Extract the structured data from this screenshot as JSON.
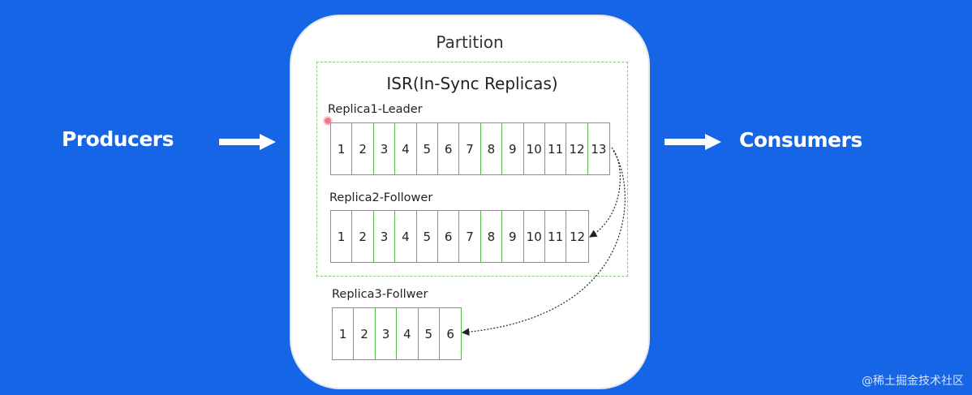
{
  "labels": {
    "producers": "Producers",
    "consumers": "Consumers",
    "partition": "Partition",
    "isr": "ISR(In-Sync Replicas)"
  },
  "replicas": [
    {
      "label": "Replica1-Leader",
      "cells": [
        "1",
        "2",
        "3",
        "4",
        "5",
        "6",
        "7",
        "8",
        "9",
        "10",
        "11",
        "12",
        "13"
      ]
    },
    {
      "label": "Replica2-Follower",
      "cells": [
        "1",
        "2",
        "3",
        "4",
        "5",
        "6",
        "7",
        "8",
        "9",
        "10",
        "11",
        "12"
      ]
    },
    {
      "label": "Replica3-Follwer",
      "cells": [
        "1",
        "2",
        "3",
        "4",
        "5",
        "6"
      ]
    }
  ],
  "watermark": "@稀土掘金技术社区",
  "colors": {
    "background": "#1565e6",
    "cell_border": "#55b84a",
    "isr_border": "#8cc97a"
  }
}
